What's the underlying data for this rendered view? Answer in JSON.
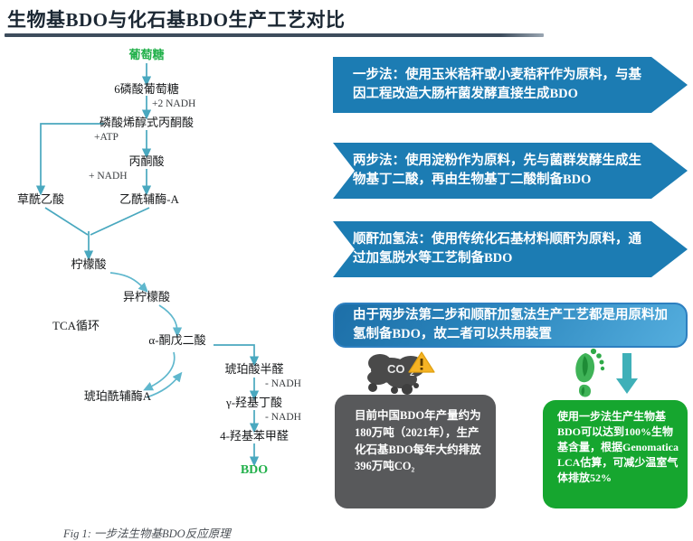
{
  "header": {
    "title": "生物基BDO与化石基BDO生产工艺对比"
  },
  "flowchart": {
    "caption": "Fig 1: 一步法生物基BDO反应原理",
    "nodes": [
      {
        "id": "glucose",
        "label": "葡萄糖"
      },
      {
        "id": "g6p",
        "label": "6磷酸葡萄糖"
      },
      {
        "id": "pep",
        "label": "磷酸烯醇式丙酮酸"
      },
      {
        "id": "pyruvate",
        "label": "丙酮酸"
      },
      {
        "id": "oxaloacetate",
        "label": "草酰乙酸"
      },
      {
        "id": "acetyl-coa",
        "label": "乙酰辅酶-A"
      },
      {
        "id": "citrate",
        "label": "柠檬酸"
      },
      {
        "id": "isocitrate",
        "label": "异柠檬酸"
      },
      {
        "id": "alpha-ketoglutarate",
        "label": "α-酮戊二酸"
      },
      {
        "id": "succinyl-coa",
        "label": "琥珀酰辅酶A"
      },
      {
        "id": "succinate-semialdehyde",
        "label": "琥珀酸半醛"
      },
      {
        "id": "ghb",
        "label": "γ-羟基丁酸"
      },
      {
        "id": "hydroxybenzaldehyde",
        "label": "4-羟基苯甲醛"
      },
      {
        "id": "bdo",
        "label": "BDO"
      }
    ],
    "edge_labels": [
      {
        "id": "nadh2",
        "label": "+2 NADH"
      },
      {
        "id": "atp",
        "label": "+ATP"
      },
      {
        "id": "nadh-plus",
        "label": "+ NADH"
      },
      {
        "id": "tca",
        "label": "TCA循环"
      },
      {
        "id": "nadh-minus-1",
        "label": "- NADH"
      },
      {
        "id": "nadh-minus-2",
        "label": "- NADH"
      }
    ]
  },
  "process_boxes": [
    {
      "id": "one-step",
      "text": "一步法：使用玉米秸秆或小麦秸秆作为原料，与基因工程改造大肠杆菌发酵直接生成BDO"
    },
    {
      "id": "two-step",
      "text": "两步法：使用淀粉作为原料，先与菌群发酵生成生物基丁二酸，再由生物基丁二酸制备BDO"
    },
    {
      "id": "maleic-hydrogenation",
      "text": "顺酐加氢法：使用传统化石基材料顺酐为原料，通过加氢脱水等工艺制备BDO"
    }
  ],
  "note_box": {
    "text": "由于两步法第二步和顺酐加氢法生产工艺都是用原料加氢制备BDO，故二者可以共用装置"
  },
  "stats": {
    "fossil": {
      "text": "目前中国BDO年产量约为180万吨（2021年），生产化石基BDO每年大约排放396万吨CO₂",
      "icon": "co2-cloud-warning-icon"
    },
    "bio": {
      "text": "使用一步法生产生物基BDO可以达到100%生物基含量，根据Genomatica LCA估算，可减少温室气体排放52%",
      "icon": "green-footprint-icon"
    }
  },
  "colors": {
    "header_text": "#1b2733",
    "header_rule": "#3d4c5c",
    "chevron_blue": "#1c7cb3",
    "note_gradient_start": "#1d6fa8",
    "note_gradient_end": "#55aede",
    "gray_card": "#58595b",
    "green_card": "#16a62f",
    "flow_arrow": "#49a8bf",
    "highlight_green": "#21b04a"
  }
}
